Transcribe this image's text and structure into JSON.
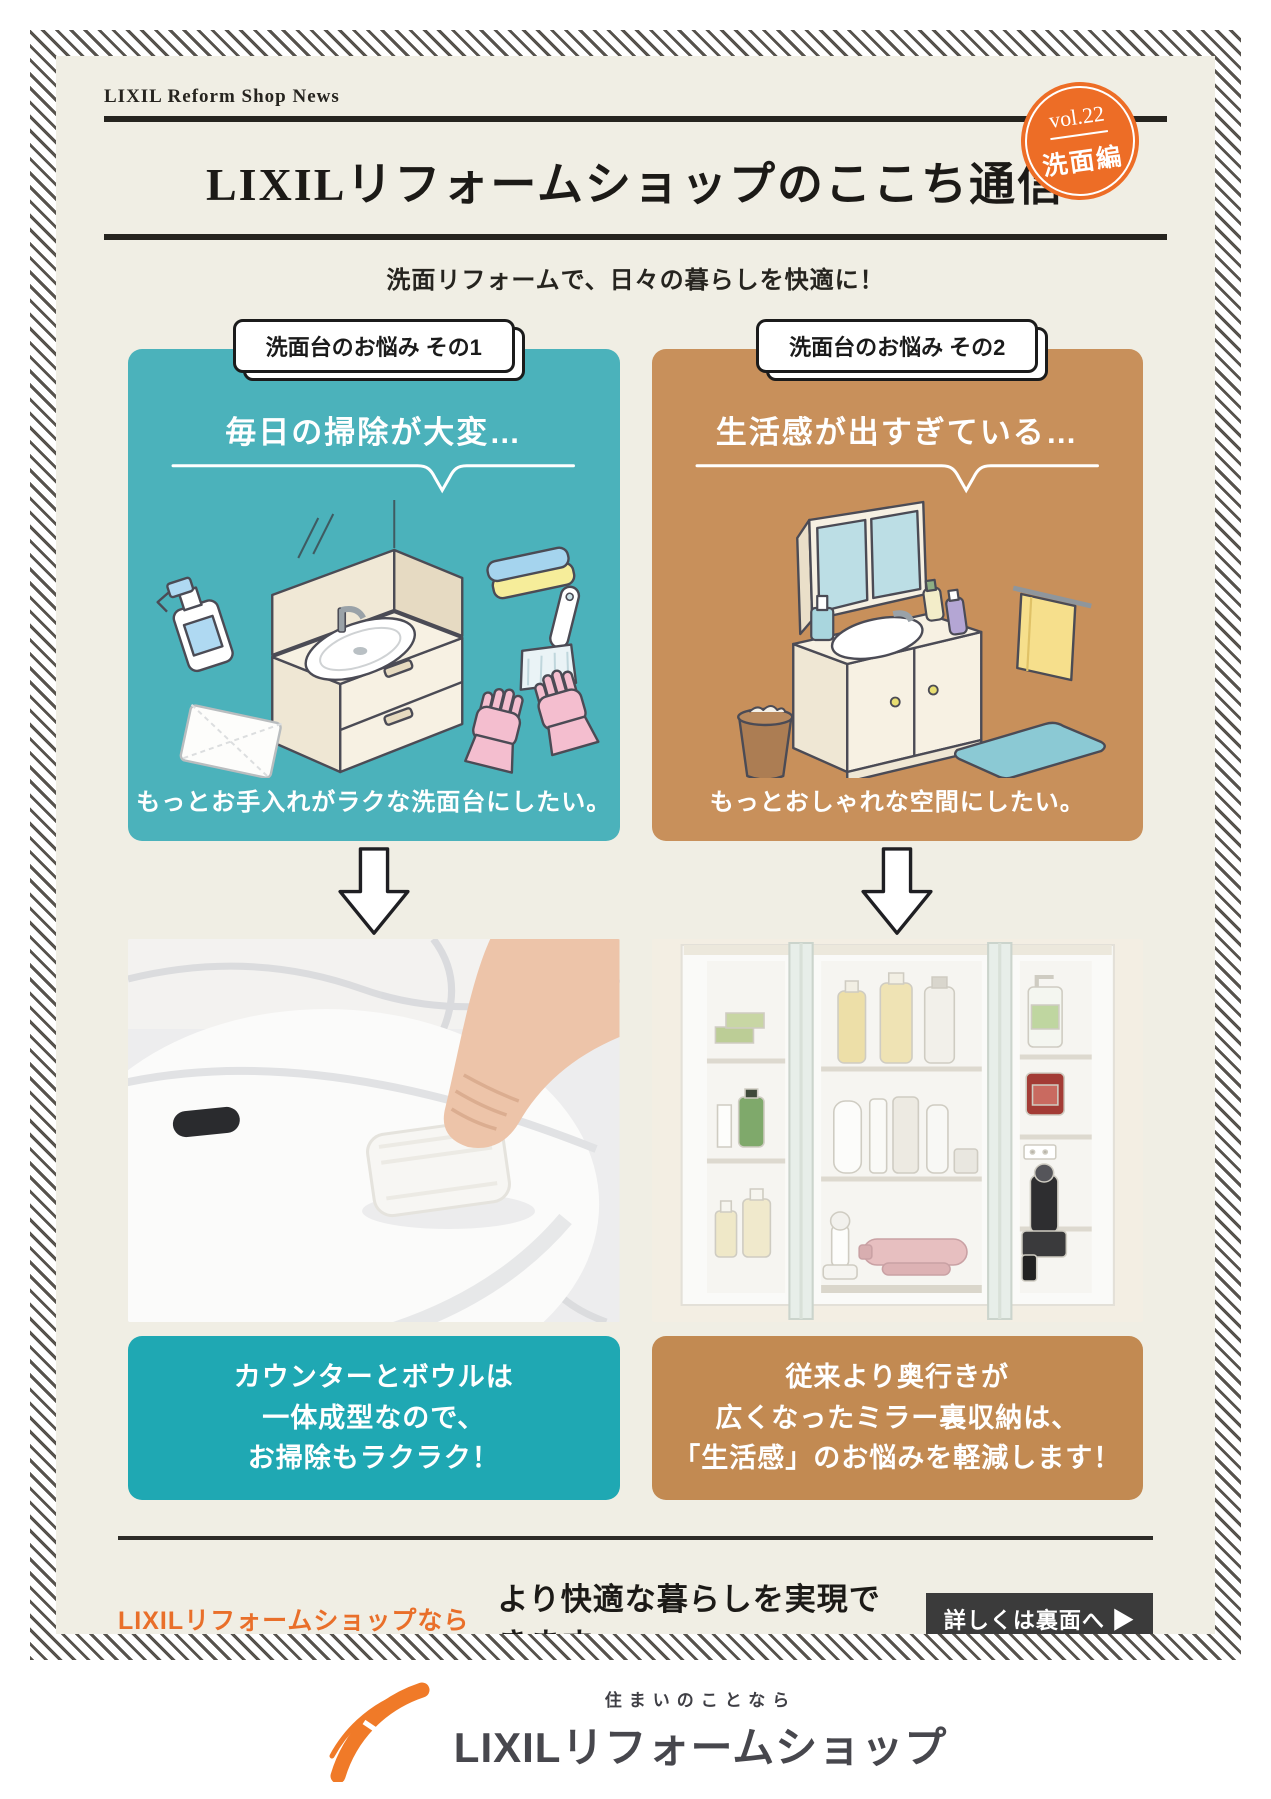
{
  "page": {
    "masthead": "LIXIL Reform Shop News",
    "title": "LIXILリフォームショップのここち通信",
    "badge": {
      "vol": "vol.22",
      "edition": "洗面編"
    },
    "subtitle": "洗面リフォームで、日々の暮らしを快適に！"
  },
  "columns": [
    {
      "label": "洗面台のお悩み その1",
      "heading": "毎日の掃除が大変…",
      "caption": "もっとお手入れがラクな洗面台にしたい。",
      "result_line1": "カウンターとボウルは",
      "result_line2": "一体成型なので、",
      "result_line3": "お掃除もラクラク！"
    },
    {
      "label": "洗面台のお悩み その2",
      "heading": "生活感が出すぎている…",
      "caption": "もっとおしゃれな空間にしたい。",
      "result_line1": "従来より奥行きが",
      "result_line2": "広くなったミラー裏収納は、",
      "result_line3": "「生活感」のお悩みを軽減します！"
    }
  ],
  "strip": {
    "brand_lead": "LIXILリフォームショップなら",
    "message": "より快適な暮らしを実現できます♪",
    "button_label": "詳しくは裏面へ ▶"
  },
  "logo": {
    "tagline": "住まいのことなら",
    "name": "LIXILリフォームショップ"
  },
  "colors": {
    "paper": "#F0EEE4",
    "teal_panel": "#4BB2BB",
    "teal_result": "#1FA8B3",
    "brown_panel": "#C8905B",
    "brown_result": "#C28A52",
    "badge_orange": "#ED6D26",
    "accent_orange": "#E96F2A",
    "button_dark": "#3B3B3B"
  },
  "icons": {
    "badge": "circle-stamp",
    "down_arrow": "block-arrow-down",
    "back_button_arrow": "▶",
    "left_illustration": [
      "vanity-unit",
      "spray-bottle",
      "cleaning-cloth",
      "sponge",
      "hand-brush",
      "rubber-gloves"
    ],
    "right_illustration": [
      "mirror-cabinet-vanity",
      "cosmetic-bottles",
      "towel",
      "trash-can",
      "bath-mat"
    ]
  }
}
